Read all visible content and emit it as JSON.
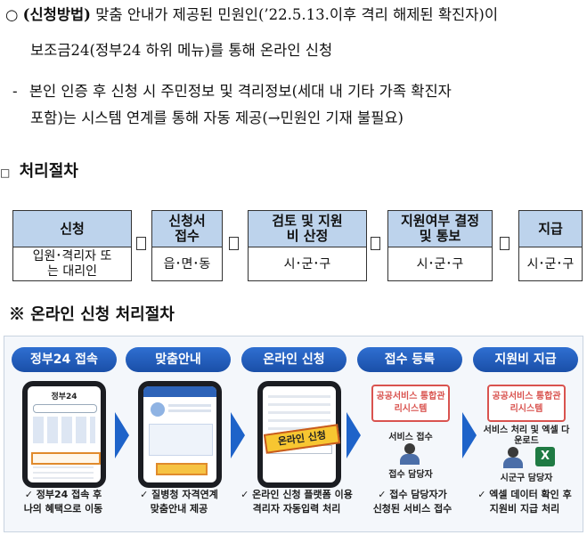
{
  "method": {
    "bullet": "○",
    "heading": "(신청방법)",
    "line1_rest": " 맞춤 안내가 제공된 민원인(’22.5.13.이후 격리 해제된 확진자)이",
    "line2": "보조금24(정부24 하위 메뉴)를 통해 온라인 신청"
  },
  "detail": {
    "dash": "-",
    "line1": "본인 인증 후 신청 시 주민정보 및 격리정보(세대 내 기타 가족 확진자",
    "line2": "포함)는 시스템 연계를 통해 자동 제공(→민원인 기재 불필요)"
  },
  "procedure": {
    "marker": "□",
    "title": "처리절차",
    "steps": [
      {
        "head": "신청",
        "body": "입원･격리자 또는 대리인"
      },
      {
        "head": "신청서 접수",
        "body": "읍･면･동"
      },
      {
        "head": "검토 및 지원비 산정",
        "body": "시･군･구"
      },
      {
        "head": "지원여부 결정 및 통보",
        "body": "시･군･구"
      },
      {
        "head": "지급",
        "body": "시･군･구"
      }
    ]
  },
  "online": {
    "title": "※ 온라인 신청 처리절차",
    "steps": [
      "정부24 접속",
      "맞춤안내",
      "온라인 신청",
      "접수 등록",
      "지원비 지급"
    ],
    "captions": [
      {
        "l1": "✓ 정부24 접속 후",
        "l2": "나의 혜택으로 이동"
      },
      {
        "l1": "✓ 질병청 자격연계",
        "l2": "맞춤안내 제공"
      },
      {
        "l1": "✓ 온라인 신청 플랫폼 이용",
        "l2": "격리자 자동입력 처리"
      },
      {
        "l1": "✓ 접수 담당자가",
        "l2": "신청된 서비스 접수"
      },
      {
        "l1": "✓ 엑셀 데이터 확인 후",
        "l2": "지원비 지급 처리"
      }
    ],
    "system_label": "공공서비스 통합관리시스템",
    "service_receipt": "서비스 접수",
    "receipt_staff": "접수 담당자",
    "service_process": "서비스 처리 및 엑셀 다운로드",
    "county_staff": "시군구 담당자",
    "badge": "온라인 신청",
    "app_name": "정부24"
  }
}
